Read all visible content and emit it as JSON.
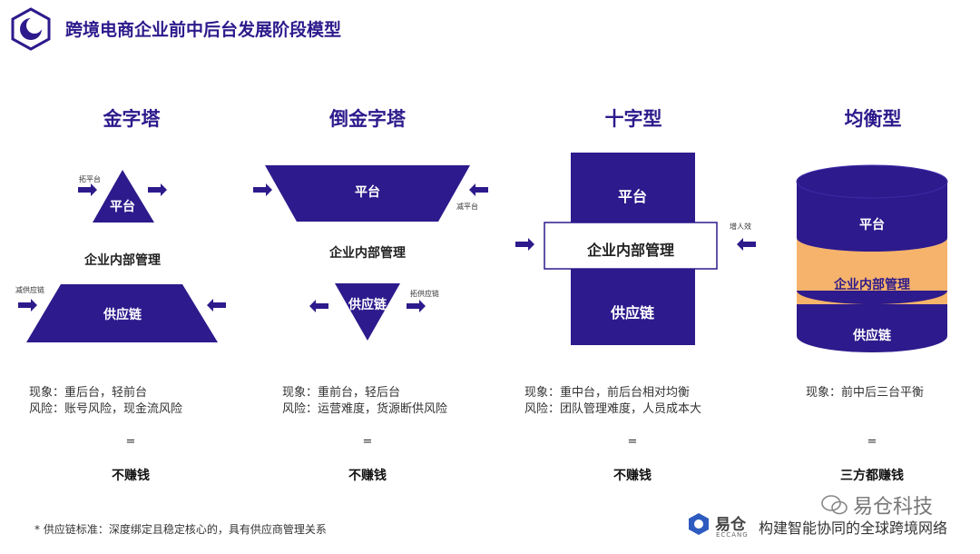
{
  "header": {
    "title": "跨境电商企业前中后台发展阶段模型"
  },
  "models": [
    {
      "name": "金字塔",
      "layers": [
        "平台",
        "企业内部管理",
        "供应链"
      ],
      "notes": [
        "拓平台",
        "减供应链"
      ],
      "phenomenon": "现象：重后台，轻前台",
      "risk": "风险：账号风险，现金流风险",
      "eq": "=",
      "result": "不赚钱"
    },
    {
      "name": "倒金字塔",
      "layers": [
        "平台",
        "企业内部管理",
        "供应链"
      ],
      "notes": [
        "减平台",
        "拓供应链"
      ],
      "phenomenon": "现象：重前台，轻后台",
      "risk": "风险：运营难度，货源断供风险",
      "eq": "=",
      "result": "不赚钱"
    },
    {
      "name": "十字型",
      "layers": [
        "平台",
        "企业内部管理",
        "供应链"
      ],
      "notes": [
        "增人效"
      ],
      "phenomenon": "现象：重中台，前后台相对均衡",
      "risk": "风险：团队管理难度，人员成本大",
      "eq": "=",
      "result": "不赚钱"
    },
    {
      "name": "均衡型",
      "layers": [
        "平台",
        "企业内部管理",
        "供应链"
      ],
      "notes": [],
      "phenomenon": "现象：前中后三台平衡",
      "eq": "=",
      "result": "三方都赚钱"
    }
  ],
  "footnote": "* 供应链标准：深度绑定且稳定核心的，具有供应商管理关系",
  "brand": {
    "name": "易仓",
    "sub": "ECCANG",
    "slogan": "构建智能协同的全球跨境网络",
    "wechat": "易仓科技"
  },
  "colors": {
    "primary": "#2d1a8c",
    "middle_band": "#f6b36b"
  }
}
